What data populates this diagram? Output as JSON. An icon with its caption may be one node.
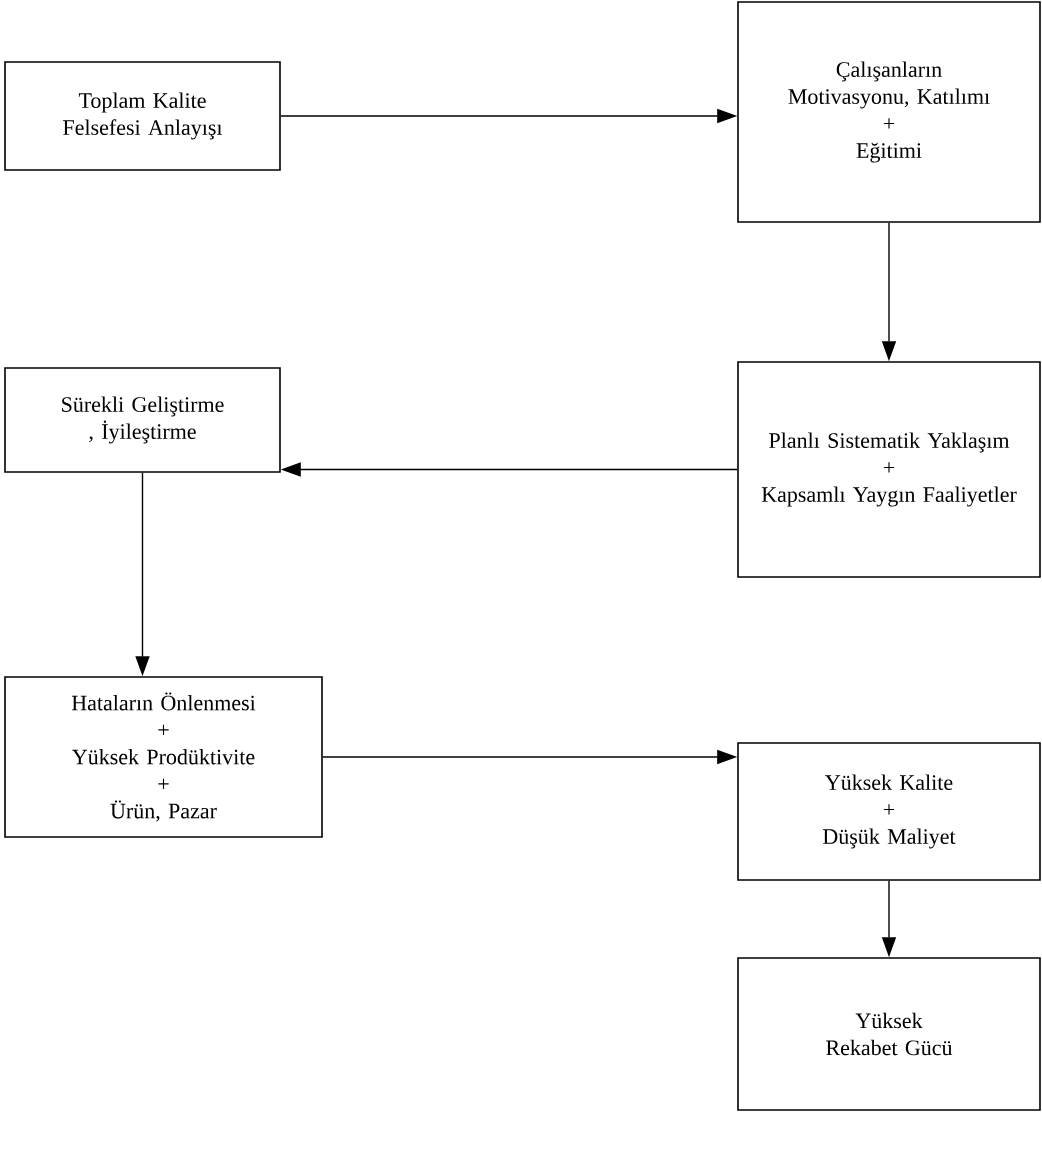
{
  "diagram": {
    "nodes": [
      {
        "text": [
          "Toplam Kalite Felsefesi Anlayışı"
        ]
      },
      {
        "text": [
          "Çalışanların Motivasyonu, Katılımı",
          "+",
          "Eğitimi"
        ]
      },
      {
        "text": [
          "Planlı Sistematik Yaklaşım",
          "+",
          "Kapsamlı Yaygın Faaliyetler"
        ]
      },
      {
        "text": [
          "Sürekli Geliştirme , İyileştirme"
        ]
      },
      {
        "text": [
          "Hataların Önlenmesi",
          "+",
          "Yüksek Prodüktivite",
          "+",
          "Ürün, Pazar"
        ]
      },
      {
        "text": [
          "Yüksek Kalite",
          "+",
          "Düşük Maliyet"
        ]
      },
      {
        "text": [
          "Yüksek Rekabet Gücü"
        ]
      }
    ],
    "edges": [
      {
        "from": 0,
        "to": 1,
        "arrow": "to"
      },
      {
        "from": 1,
        "to": 2,
        "arrow": "to"
      },
      {
        "from": 2,
        "to": 3,
        "arrow": "to"
      },
      {
        "from": 3,
        "to": 4,
        "arrow": "to"
      },
      {
        "from": 4,
        "to": 5,
        "arrow": "to"
      },
      {
        "from": 5,
        "to": 6,
        "arrow": "to"
      }
    ]
  }
}
